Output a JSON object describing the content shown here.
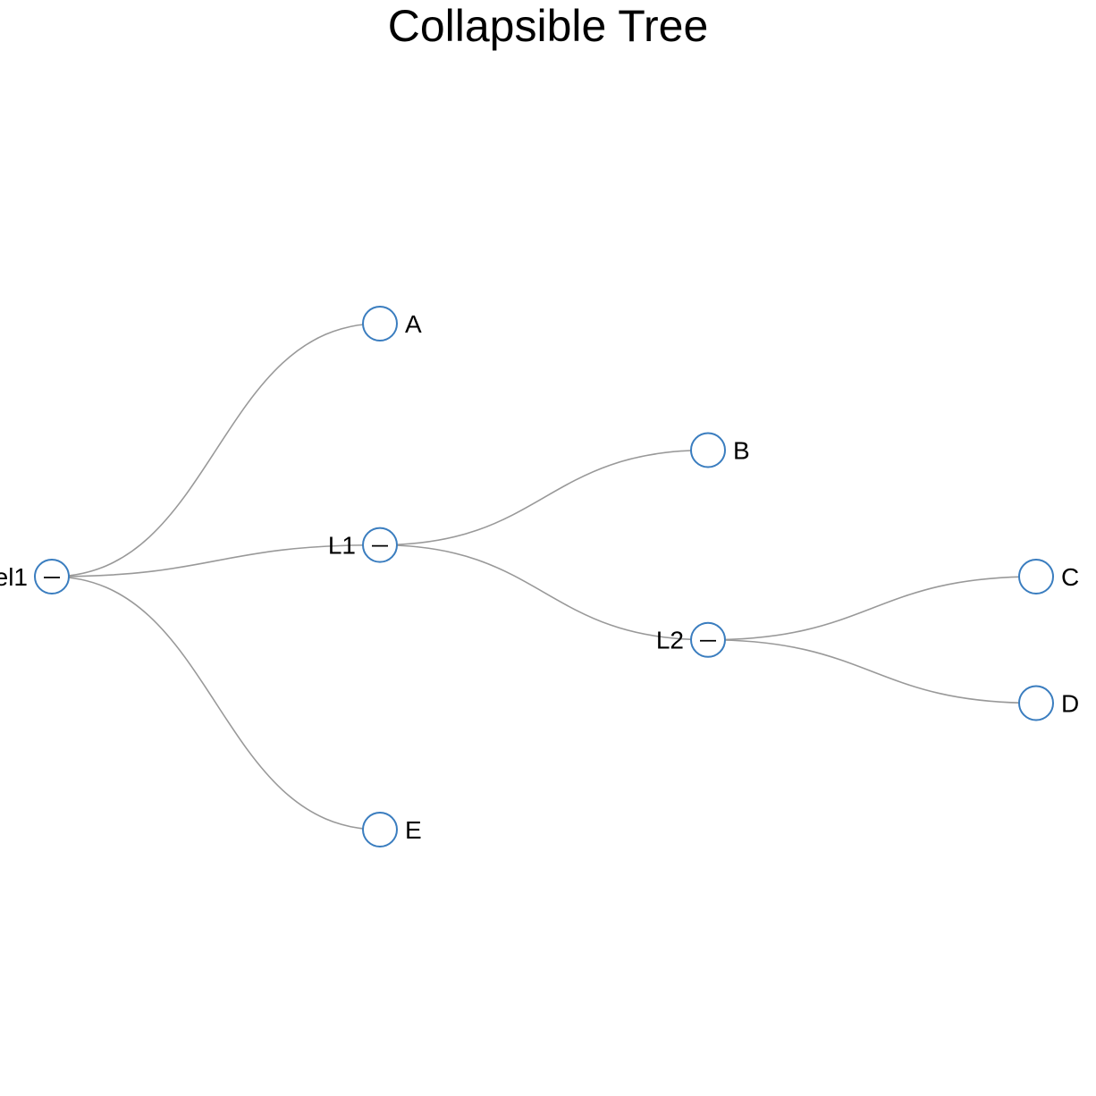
{
  "title": "Collapsible Tree",
  "colors": {
    "node_stroke": "#3a7dbf",
    "link": "#999999",
    "background": "#ffffff"
  },
  "tree": {
    "id": "root",
    "label": "el1",
    "expanded": true,
    "children": [
      {
        "id": "a",
        "label": "A",
        "expanded": false,
        "children": []
      },
      {
        "id": "l1",
        "label": "L1",
        "expanded": true,
        "children": [
          {
            "id": "b",
            "label": "B",
            "expanded": false,
            "children": []
          },
          {
            "id": "l2",
            "label": "L2",
            "expanded": true,
            "children": [
              {
                "id": "c",
                "label": "C",
                "expanded": false,
                "children": []
              },
              {
                "id": "d",
                "label": "D",
                "expanded": false,
                "children": []
              }
            ]
          }
        ]
      },
      {
        "id": "e",
        "label": "E",
        "expanded": false,
        "children": []
      }
    ]
  }
}
